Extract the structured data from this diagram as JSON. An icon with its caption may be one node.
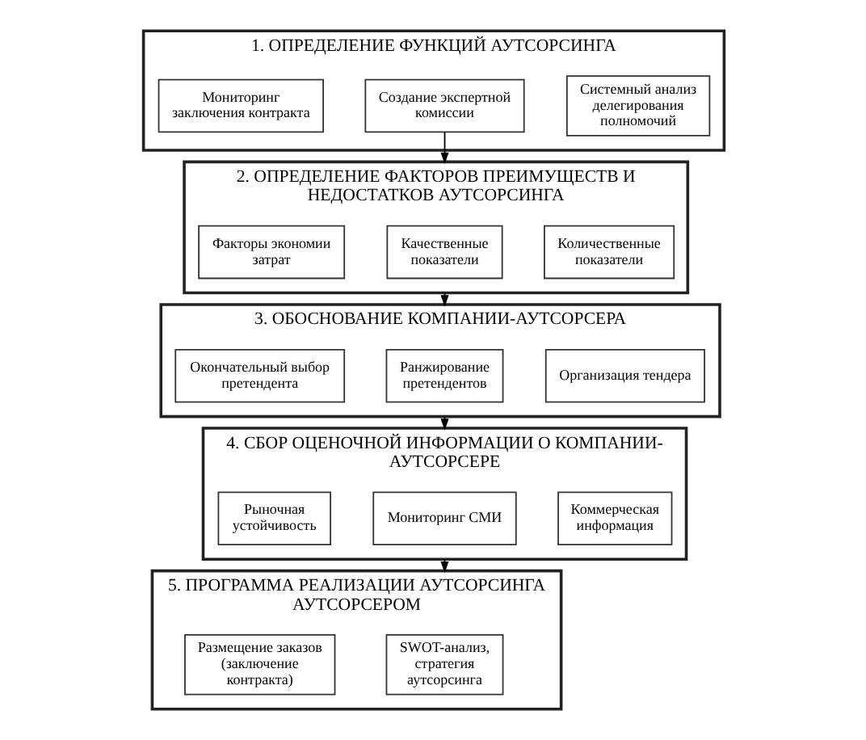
{
  "diagram": {
    "nodes": [
      {
        "text": [
          "1. ОПРЕДЕЛЕНИЕ ФУНКЦИЙ АУТСОРСИНГА"
        ]
      },
      {
        "text": [
          "Системный анализ делегирования полномочий"
        ],
        "in": 0
      },
      {
        "text": [
          "Создание экспертной комиссии"
        ],
        "in": 0
      },
      {
        "text": [
          "Мониторинг заключения контракта"
        ],
        "in": 0
      },
      {
        "text": [
          "2. ОПРЕДЕЛЕНИЕ ФАКТОРОВ ПРЕИМУЩЕСТВ И НЕДОСТАТКОВ АУТСОРСИНГА"
        ]
      },
      {
        "text": [
          "Количественные показатели"
        ],
        "in": 4
      },
      {
        "text": [
          "Качественные показатели"
        ],
        "in": 4
      },
      {
        "text": [
          "Факторы экономии затрат"
        ],
        "in": 4
      },
      {
        "text": [
          "3. ОБОСНОВАНИЕ КОМПАНИИ-АУТСОРСЕРА"
        ]
      },
      {
        "text": [
          "Организация тендера"
        ],
        "in": 8
      },
      {
        "text": [
          "Ранжирование претендентов"
        ],
        "in": 8
      },
      {
        "text": [
          "Окончательный выбор претендента"
        ],
        "in": 8
      },
      {
        "text": [
          "4. СБОР ОЦЕНОЧНОЙ ИНФОРМАЦИИ О КОМПАНИИ-АУТСОРСЕРЕ"
        ]
      },
      {
        "text": [
          "Коммерческая информация"
        ],
        "in": 12
      },
      {
        "text": [
          "Мониторинг СМИ"
        ],
        "in": 12
      },
      {
        "text": [
          "Рыночная устойчивость"
        ],
        "in": 12
      },
      {
        "text": [
          "5. ПРОГРАММА РЕАЛИЗАЦИИ АУТСОРСИНГА АУТСОРСЕРОМ"
        ]
      },
      {
        "text": [
          "SWOT-анализ, стратегия аутсорсинга"
        ],
        "in": 16
      },
      {
        "text": [
          "Размещение заказов (заключение контракта)"
        ],
        "in": 16
      }
    ],
    "edges": [
      {
        "from": 2,
        "to": 4,
        "arrow": "to"
      },
      {
        "from": 4,
        "to": 8,
        "arrow": "to"
      },
      {
        "from": 8,
        "to": 12,
        "arrow": "to"
      },
      {
        "from": 12,
        "to": 16,
        "arrow": "to"
      }
    ]
  }
}
